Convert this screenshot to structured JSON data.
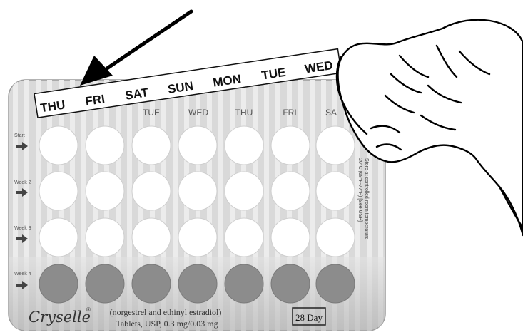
{
  "card": {
    "printed_days": [
      "TUE",
      "WED",
      "THU",
      "FRI",
      "SA"
    ],
    "row_labels": [
      "Start",
      "Week 2",
      "Week 3",
      "Week 4"
    ],
    "side_text_1": "Store at controlled room temperature",
    "side_text_2": "20°C (68°F-77°F) [See USP]",
    "brand": "Cryselle",
    "brand_mark": "®",
    "product_line1": "(norgestrel and ethinyl estradiol)",
    "product_line2": "Tablets, USP, 0.3 mg/0.03 mg",
    "pack_size": "28 Day"
  },
  "strip": {
    "days": [
      "THU",
      "FRI",
      "SAT",
      "SUN",
      "MON",
      "TUE",
      "WED"
    ]
  },
  "colors": {
    "card": "#d9d9d9",
    "stripe": "#ececec",
    "active_pill": "#ffffff",
    "inactive_pill": "#8c8c8c",
    "ink": "#111111"
  }
}
